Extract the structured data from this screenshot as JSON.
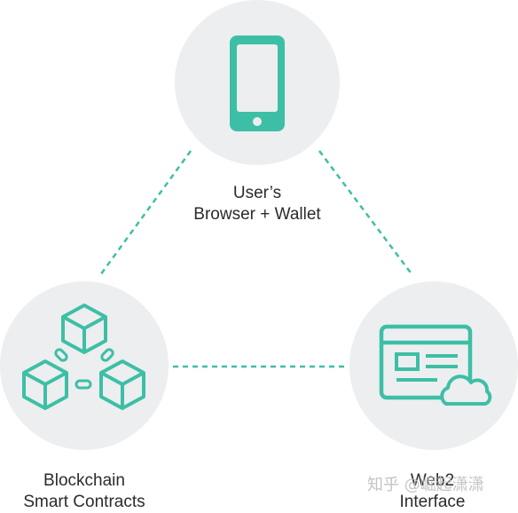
{
  "colors": {
    "accent": "#3dbfa5",
    "circle_bg": "#eceef0",
    "text": "#2b2b2b"
  },
  "nodes": {
    "top": {
      "icon": "smartphone-icon",
      "label_line1": "User’s",
      "label_line2": "Browser + Wallet"
    },
    "left": {
      "icon": "blockchain-cubes-icon",
      "label_line1": "Blockchain",
      "label_line2": "Smart Contracts"
    },
    "right": {
      "icon": "browser-window-cloud-icon",
      "label_line1": "Web2",
      "label_line2": "Interface"
    }
  },
  "connectors": {
    "style": "dashed",
    "links": [
      "top-left",
      "top-right",
      "left-right"
    ]
  },
  "watermark": {
    "text": "知乎 @崛起潇潇"
  }
}
